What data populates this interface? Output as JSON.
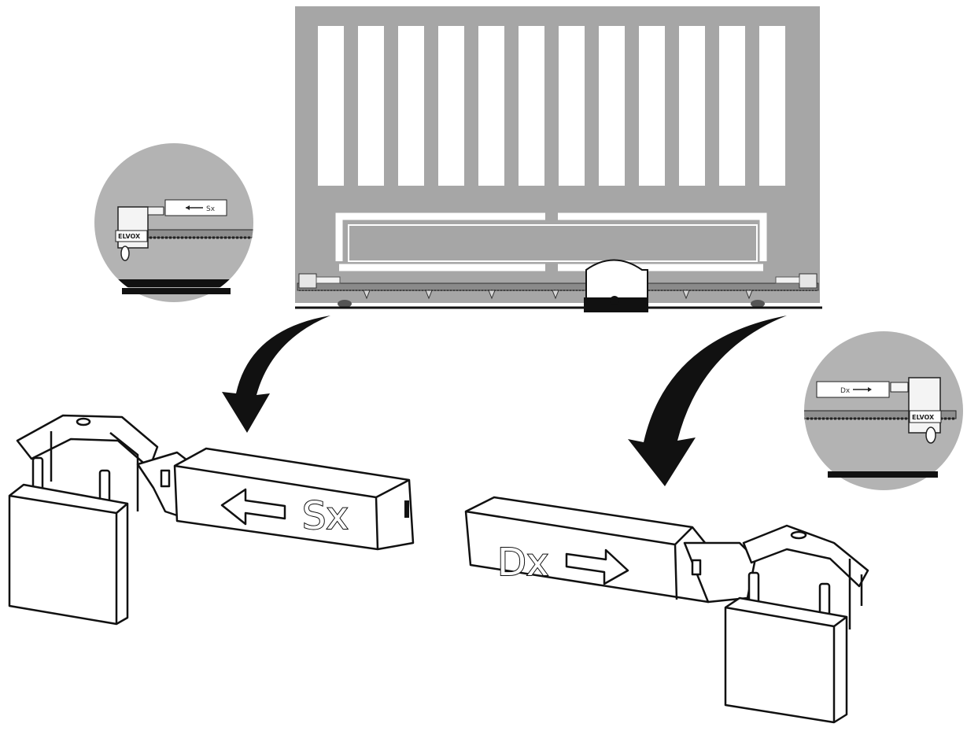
{
  "figure": {
    "left_stopper": {
      "label": "Sx",
      "direction": "left"
    },
    "right_stopper": {
      "label": "Dx",
      "direction": "right"
    },
    "detail_left": {
      "label": "Sx",
      "brand_mark": "ELVOX"
    },
    "detail_right": {
      "label": "Dx",
      "brand_mark": "ELVOX"
    },
    "colors": {
      "gate_fill": "#a6a6a6",
      "detail_fill": "#b3b3b3",
      "outline": "#111111",
      "arrow": "#111111"
    },
    "icons": [
      "curved-arrow-left",
      "curved-arrow-right",
      "left-arrow-icon",
      "right-arrow-icon"
    ]
  }
}
